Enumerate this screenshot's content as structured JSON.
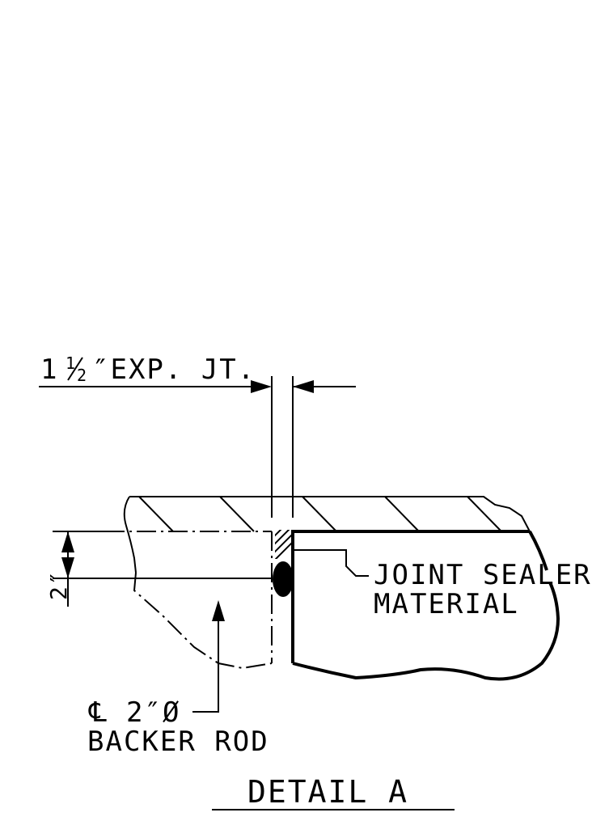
{
  "colors": {
    "ink": "#000000",
    "background": "#ffffff"
  },
  "labels": {
    "exp_joint": {
      "whole": "1",
      "num": "1",
      "den": "2",
      "rest": "″EXP. JT."
    },
    "dimension": "2″",
    "joint_sealer": [
      "JOINT SEALER",
      "MATERIAL"
    ],
    "backer_rod": {
      "centerline_symbol": "℄",
      "size": "2″Ø",
      "line2": "BACKER ROD"
    },
    "detail_title": "DETAIL A"
  }
}
